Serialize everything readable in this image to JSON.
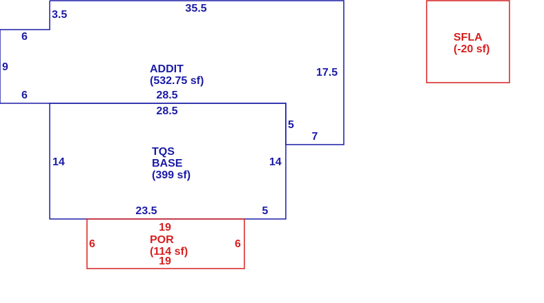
{
  "colors": {
    "blue": "#1a1aa6",
    "red": "#d61f1f"
  },
  "addit": {
    "name": "ADDIT",
    "area": "(532.75 sf)",
    "dims": {
      "top": "35.5",
      "notch_top": "3.5",
      "notch_side": "6",
      "left": "9",
      "left_bottom": "6",
      "bottom": "28.5",
      "right": "17.5",
      "step_vertical": "5",
      "step_horizontal": "7"
    }
  },
  "base": {
    "name_line1": "TQS",
    "name_line2": "BASE",
    "area": "(399 sf)",
    "dims": {
      "top": "28.5",
      "left": "14",
      "right": "14",
      "bottom": "23.5",
      "bottom_right": "5"
    }
  },
  "por": {
    "name": "POR",
    "area": "(114 sf)",
    "dims": {
      "top": "19",
      "bottom": "19",
      "left": "6",
      "right": "6"
    }
  },
  "sfla": {
    "name": "SFLA",
    "area": "(-20 sf)"
  }
}
